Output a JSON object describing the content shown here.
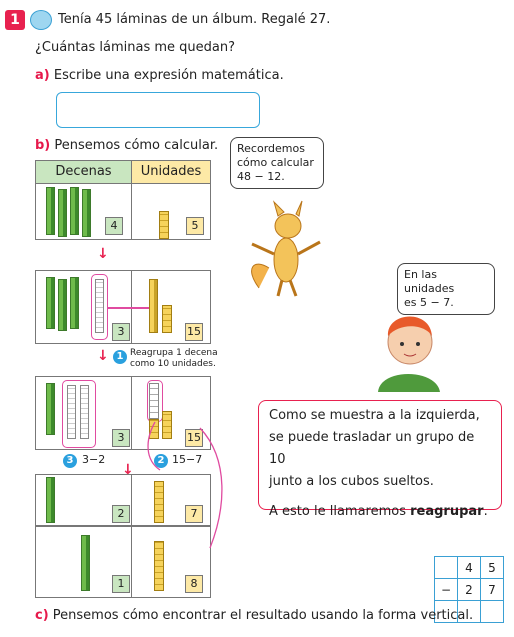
{
  "problem": {
    "number": "1",
    "line1": "Tenía 45 láminas de un álbum. Regalé 27.",
    "line2": "¿Cuántas láminas me quedan?"
  },
  "part_a": {
    "label": "a)",
    "text": "Escribe una expresión matemática."
  },
  "part_b": {
    "label": "b)",
    "text": "Pensemos cómo calcular."
  },
  "part_c": {
    "label": "c)",
    "text": "Pensemos cómo encontrar el resultado usando la forma vertical."
  },
  "table": {
    "col_tens": "Decenas",
    "col_units": "Unidades"
  },
  "row1": {
    "tens": "4",
    "units": "5"
  },
  "row2": {
    "tens": "3",
    "units": "15"
  },
  "step1": {
    "num": "1",
    "text1": "Reagrupa 1 decena",
    "text2": "como 10 unidades."
  },
  "row3": {
    "tens": "3",
    "units": "15"
  },
  "step3": {
    "num": "3",
    "expr": "3−2"
  },
  "step2": {
    "num": "2",
    "expr": "15−7"
  },
  "row4": {
    "tens": "2",
    "units": "7"
  },
  "row5": {
    "tens": "1",
    "units": "8"
  },
  "fox_bubble": {
    "line1": "Recordemos",
    "line2": "cómo calcular",
    "line3": "48 − 12."
  },
  "boy_bubble": {
    "line1": "En las unidades",
    "line2": "es 5 − 7."
  },
  "info": {
    "line1": "Como se muestra a la izquierda,",
    "line2": "se puede trasladar un grupo de 10",
    "line3": "junto a los cubos sueltos.",
    "line4a": "A esto le llamaremos ",
    "line4b": "reagrupar",
    "line4c": "."
  },
  "vertical": {
    "r1": [
      "",
      "4",
      "5"
    ],
    "r2": [
      "−",
      "2",
      "7"
    ],
    "r3": [
      "",
      "",
      ""
    ]
  }
}
